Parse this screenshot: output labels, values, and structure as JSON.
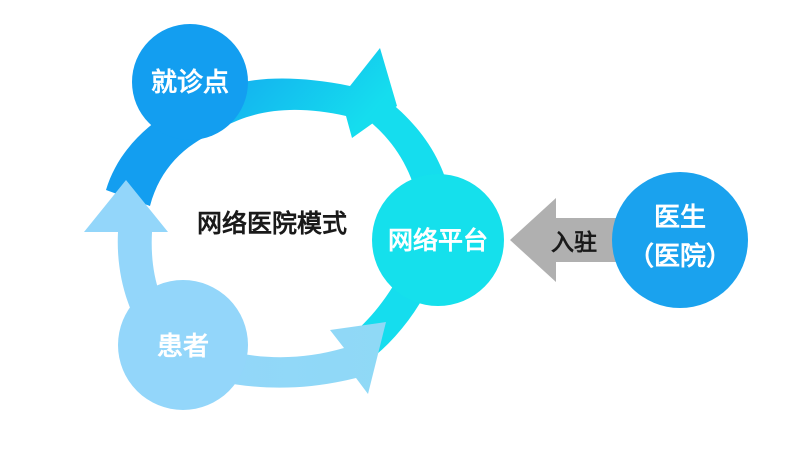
{
  "diagram": {
    "center_label": "网络医院模式",
    "nodes": {
      "clinic": {
        "label": "就诊点",
        "color": "#139EF0"
      },
      "patient": {
        "label": "患者",
        "color": "#93D6FA"
      },
      "platform": {
        "label": "网络平台",
        "color": "#15E0EC"
      },
      "doctor": {
        "line1": "医生",
        "line2": "（医院）",
        "color": "#1AA2EE"
      }
    },
    "connector": {
      "label": "入驻",
      "color": "#B0B0B0"
    },
    "colors": {
      "text_light": "#ffffff",
      "text_dark": "#1a1a1a",
      "ring_blue": "#139EF0",
      "ring_cyan": "#15DDEE",
      "ring_light": "#93D6FA"
    }
  }
}
